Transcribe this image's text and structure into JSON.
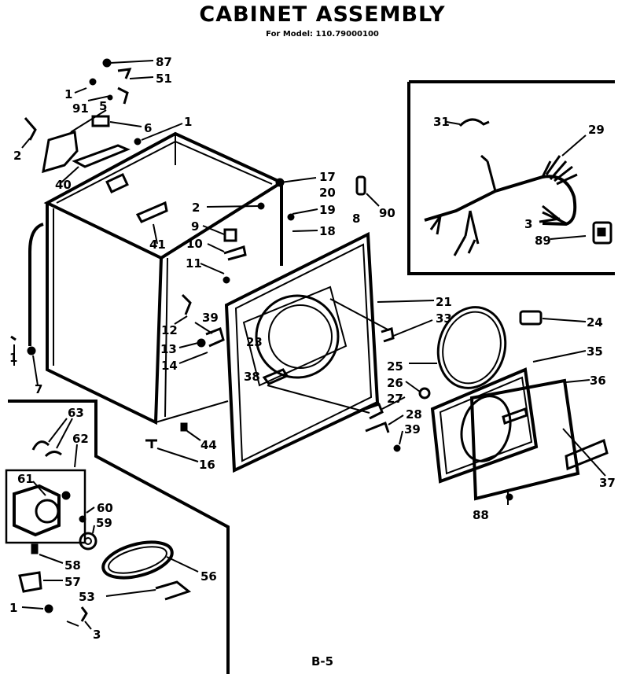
{
  "title": "CABINET ASSEMBLY",
  "subtitle": "For Model: 110.79000100",
  "page_ref": "B-5",
  "callouts": {
    "p87": "87",
    "p51": "51",
    "p1a": "1",
    "p91": "91",
    "p5": "5",
    "p6": "6",
    "p1b": "1",
    "p2a": "2",
    "p40": "40",
    "p41": "41",
    "p17": "17",
    "p20": "20",
    "p8": "8",
    "p90": "90",
    "p2b": "2",
    "p19": "19",
    "p18": "18",
    "p9": "9",
    "p10": "10",
    "p11": "11",
    "p12": "12",
    "p39a": "39",
    "p23": "23",
    "p13": "13",
    "p14": "14",
    "p38": "38",
    "p1c": "1",
    "p7": "7",
    "p44": "44",
    "p16": "16",
    "p21": "21",
    "p33": "33",
    "p24": "24",
    "p35": "35",
    "p25": "25",
    "p26": "26",
    "p27": "27",
    "p28": "28",
    "p39b": "39",
    "p36": "36",
    "p37": "37",
    "p88": "88",
    "p31": "31",
    "p29": "29",
    "p3a": "3",
    "p89": "89",
    "p63": "63",
    "p62": "62",
    "p61": "61",
    "p60": "60",
    "p59": "59",
    "p58": "58",
    "p57": "57",
    "p56": "56",
    "p53": "53",
    "p1d": "1",
    "p3b": "3"
  }
}
